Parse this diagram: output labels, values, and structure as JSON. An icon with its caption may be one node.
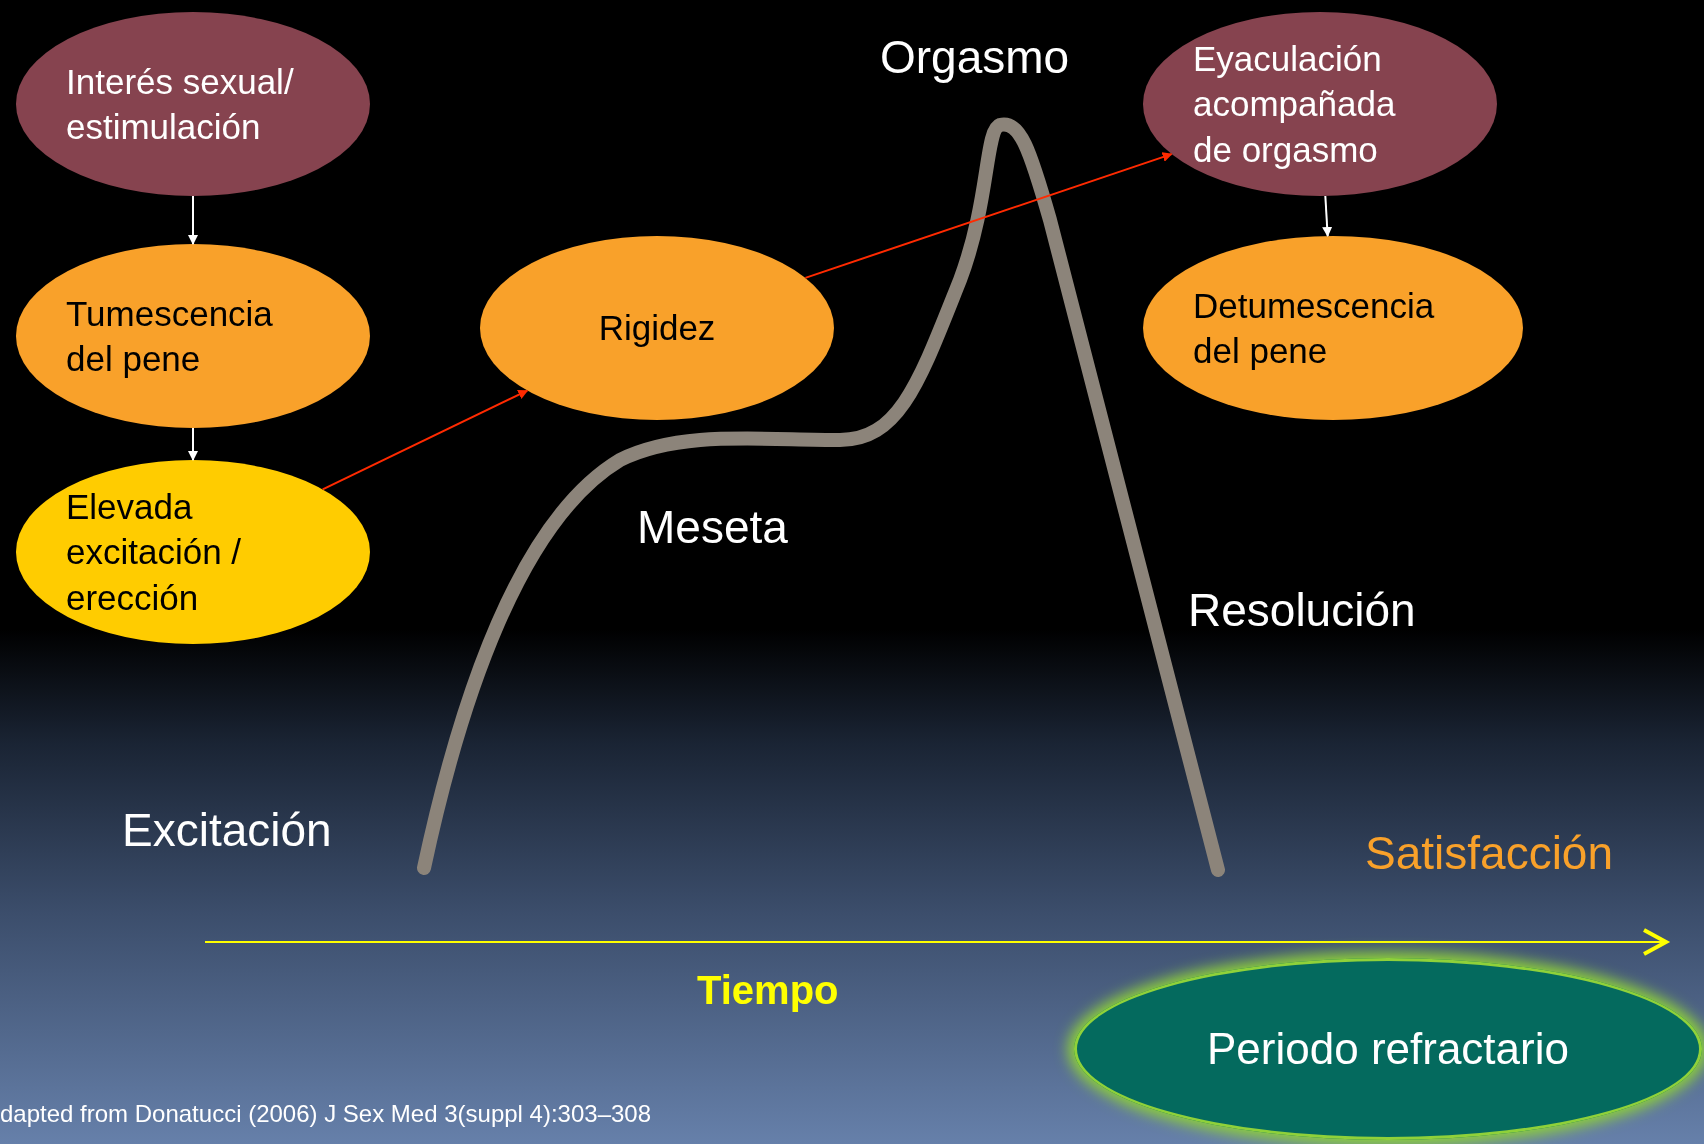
{
  "diagram": {
    "nodes": [
      {
        "text": [
          "Interés sexual/ estimulación"
        ]
      },
      {
        "text": [
          "Tumescencia del pene"
        ]
      },
      {
        "text": [
          "Elevada excitación / erección"
        ]
      },
      {
        "text": [
          "Rigidez"
        ]
      },
      {
        "text": [
          "Eyaculación acompañada de orgasmo"
        ]
      },
      {
        "text": [
          "Detumescencia del pene"
        ]
      },
      {
        "text": [
          "Periodo refractario"
        ]
      }
    ],
    "edges": [
      {
        "from": 0,
        "to": 1,
        "arrow": "to"
      },
      {
        "from": 1,
        "to": 2,
        "arrow": "to"
      },
      {
        "from": 2,
        "to": 3,
        "arrow": "to",
        "color": "#ff2a00"
      },
      {
        "from": 3,
        "to": 4,
        "arrow": "to",
        "color": "#ff2a00"
      },
      {
        "from": 4,
        "to": 5,
        "arrow": "to"
      }
    ],
    "labels": [
      "Orgasmo",
      "Meseta",
      "Resolución",
      "Excitación",
      "Satisfacción",
      "Tiempo",
      "dapted from Donatucci (2006) J Sex Med 3(suppl 4):303–308"
    ]
  }
}
